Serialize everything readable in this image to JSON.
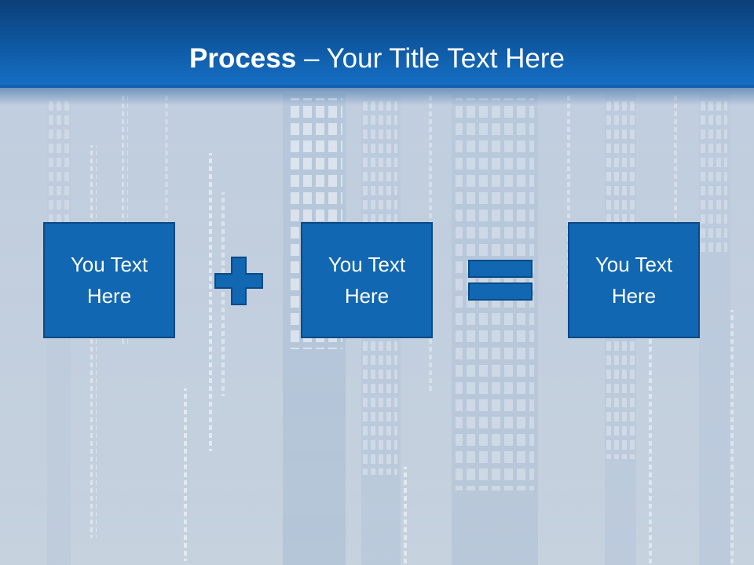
{
  "slide": {
    "title_bold": "Process",
    "title_rest": " – Your Title Text Here",
    "boxes": [
      {
        "text": "You Text Here"
      },
      {
        "text": "You Text Here"
      },
      {
        "text": "You Text Here"
      }
    ],
    "operators": [
      "plus-icon",
      "equals-icon"
    ],
    "colors": {
      "title_bar": "#0f5aa5",
      "box_fill": "#1167b1",
      "box_border": "#0a4a86",
      "background": "#bccadb",
      "text": "#ffffff"
    }
  }
}
